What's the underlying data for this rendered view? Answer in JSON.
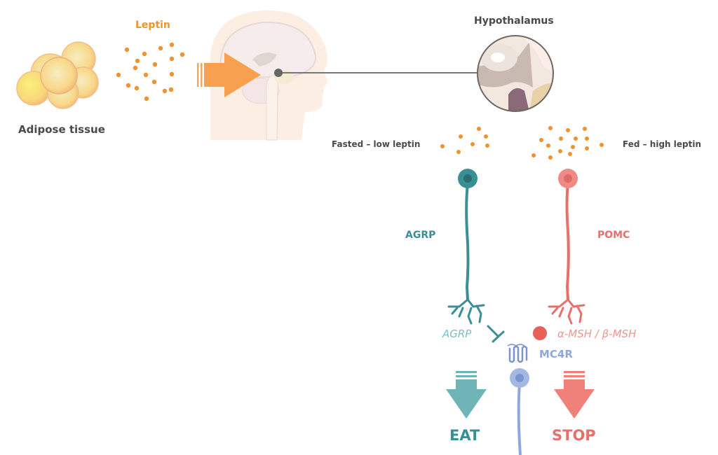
{
  "labels": {
    "leptin": "Leptin",
    "adipose": "Adipose tissue",
    "hypothalamus": "Hypothalamus",
    "fasted": "Fasted – low leptin",
    "fed": "Fed – high leptin",
    "agrp_neuron": "AGRP",
    "pomc_neuron": "POMC",
    "agrp_peptide": "AGRP",
    "msh": "α-MSH / β-MSH",
    "mc4r": "MC4R",
    "eat": "EAT",
    "stop": "STOP"
  },
  "colors": {
    "leptin_orange": "#f0922e",
    "agrp_teal": "#3a8f96",
    "agrp_light": "#7dbfc2",
    "pomc_red": "#e8706a",
    "pomc_light": "#f0958f",
    "mc4r_blue": "#8fa8d8",
    "text_dark": "#4a4a4a"
  }
}
